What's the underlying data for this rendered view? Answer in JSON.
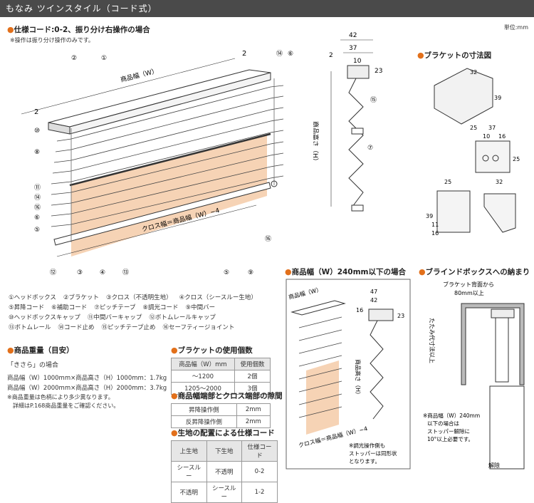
{
  "header": {
    "title": "もなみ ツインスタイル（コード式）"
  },
  "unit": "単位:mm",
  "main_section": {
    "title": "仕様コード:0-2、振り分け右操作の場合",
    "note": "※操作は振り分け操作のみです。"
  },
  "diagram_labels": {
    "product_width": "商品幅（W）",
    "cross_width": "クロス幅＝商品幅（W）−4",
    "product_height": "商品高さ（H）",
    "dim_2": "2",
    "dim_42": "42",
    "dim_37": "37",
    "dim_10": "10",
    "dim_23": "23"
  },
  "callouts": [
    "①",
    "②",
    "③",
    "④",
    "⑤",
    "⑥",
    "⑦",
    "⑧",
    "⑨",
    "⑩",
    "⑪",
    "⑫",
    "⑬",
    "⑭",
    "⑮",
    "⑯"
  ],
  "legend": {
    "rows": [
      [
        "①ヘッドボックス",
        "②ブラケット",
        "③クロス（不透明生地）",
        "④クロス（シースルー生地）"
      ],
      [
        "⑤昇降コード",
        "⑥補助コード",
        "⑦ピッチテープ",
        "⑧調光コード",
        "⑨中間バー"
      ],
      [
        "⑩ヘッドボックスキャップ",
        "⑪中間バーキャップ",
        "⑫ボトムレールキャップ"
      ],
      [
        "⑬ボトムレール",
        "⑭コード止め",
        "⑮ピッチテープ止め",
        "⑯セーフティージョイント"
      ]
    ]
  },
  "weight": {
    "title": "商品重量（目安）",
    "subtitle": "「きさら」の場合",
    "lines": [
      "商品幅（W）1000mm×商品高さ（H）1000mm：1.7kg",
      "商品幅（W）2000mm×商品高さ（H）2000mm：3.7kg"
    ],
    "notes": [
      "※商品重量は色柄により多少異なります。",
      "　詳細はP.168商品重量をご確認ください。"
    ]
  },
  "bracket_count": {
    "title": "ブラケットの使用個数",
    "headers": [
      "商品幅（W）mm",
      "使用個数"
    ],
    "rows": [
      [
        "〜1200",
        "2個"
      ],
      [
        "1205〜2000",
        "3個"
      ]
    ]
  },
  "gap": {
    "title": "商品幅端部とクロス端部の隙間",
    "rows": [
      [
        "昇降操作側",
        "2mm"
      ],
      [
        "反昇降操作側",
        "2mm"
      ]
    ]
  },
  "fabric": {
    "title": "生地の配置による仕様コード",
    "headers": [
      "上生地",
      "下生地",
      "仕様コード"
    ],
    "rows": [
      [
        "シースルー",
        "不透明",
        "0-2"
      ],
      [
        "不透明",
        "シースルー",
        "1-2"
      ]
    ]
  },
  "bracket_dims": {
    "title": "ブラケットの寸法図",
    "values": [
      "32",
      "39",
      "25",
      "37",
      "10",
      "16",
      "25",
      "25",
      "32",
      "39",
      "11",
      "16"
    ]
  },
  "small_width": {
    "title": "商品幅（W）240mm以下の場合",
    "product_width": "商品幅（W）",
    "product_height": "商品高さ（H）",
    "cross_width": "クロス幅＝商品幅（W）−4",
    "dims": [
      "47",
      "42",
      "16",
      "23"
    ],
    "note": [
      "※調光操作側も",
      "ストッパーは同形状",
      "となります。"
    ]
  },
  "blind_box": {
    "title": "ブラインドボックスへの納まり",
    "top_label": [
      "ブラケット背面から",
      "80mm以上"
    ],
    "side_label": "たたみ代寸法以上",
    "note": [
      "※商品幅（W）240mm",
      "以下の場合は",
      "ストッパー解除に",
      "10°以上必要です。"
    ],
    "release": "解除"
  }
}
